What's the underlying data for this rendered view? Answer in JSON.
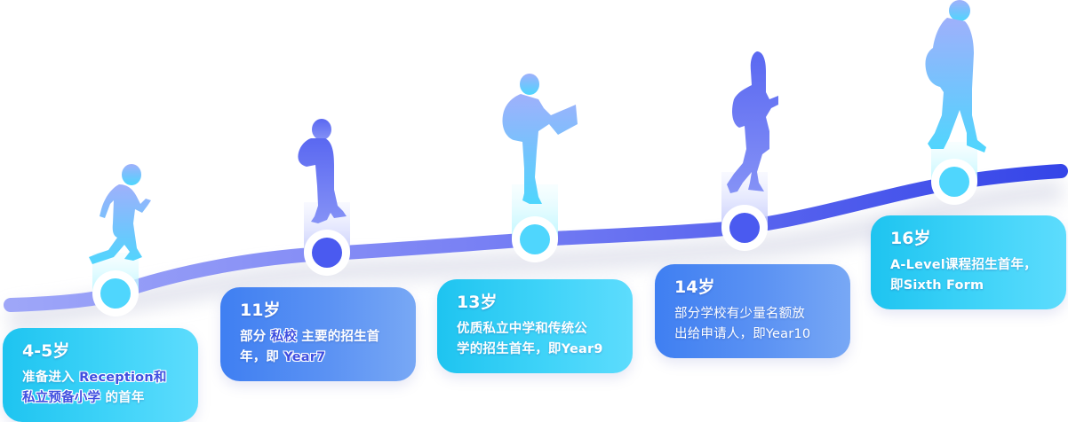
{
  "colors": {
    "cyan_node": "#4fd6fd",
    "blue_node": "#4a5af0",
    "path_start": "#9aa3f7",
    "path_end": "#3a48ea",
    "card_cyan": "#2ccaf3",
    "card_blue": "#4f8af2",
    "highlight_text": "#3f4fe0"
  },
  "milestones": [
    {
      "age": "4-5岁",
      "style": "cyan",
      "figure": "running-child-silhouette",
      "desc_parts": [
        {
          "text": "准备进入 ",
          "hl": false
        },
        {
          "text": "Reception和",
          "hl": true
        },
        {
          "text": "\n",
          "hl": false
        },
        {
          "text": "私立预备小学",
          "hl": true
        },
        {
          "text": " 的首年",
          "hl": false
        }
      ]
    },
    {
      "age": "11岁",
      "style": "blue",
      "figure": "student-with-backpack-silhouette",
      "desc_parts": [
        {
          "text": "部分 ",
          "hl": false
        },
        {
          "text": "私校",
          "hl": true
        },
        {
          "text": " 主要的招生首",
          "hl": false
        },
        {
          "text": "\n",
          "hl": false
        },
        {
          "text": "年，即 ",
          "hl": false
        },
        {
          "text": "Year7",
          "hl": true
        }
      ]
    },
    {
      "age": "13岁",
      "style": "cyan",
      "figure": "student-reading-silhouette",
      "desc_parts": [
        {
          "text": "优质私立中学和传统公",
          "hl": false
        },
        {
          "text": "\n",
          "hl": false
        },
        {
          "text": "学的招生首年，即Year9",
          "hl": false
        }
      ]
    },
    {
      "age": "14岁",
      "style": "blue",
      "figure": "girl-walking-silhouette",
      "desc_parts": [
        {
          "text": "部分学校有少量名额放",
          "hl": false
        },
        {
          "text": "\n",
          "hl": false
        },
        {
          "text": "出给申请人，即Year10",
          "hl": false
        }
      ]
    },
    {
      "age": "16岁",
      "style": "cyan",
      "figure": "teen-walking-silhouette",
      "desc_parts": [
        {
          "text": "A-Level课程招生首年，",
          "hl": false
        },
        {
          "text": "\n",
          "hl": false
        },
        {
          "text": "即Sixth Form",
          "hl": false
        }
      ]
    }
  ]
}
